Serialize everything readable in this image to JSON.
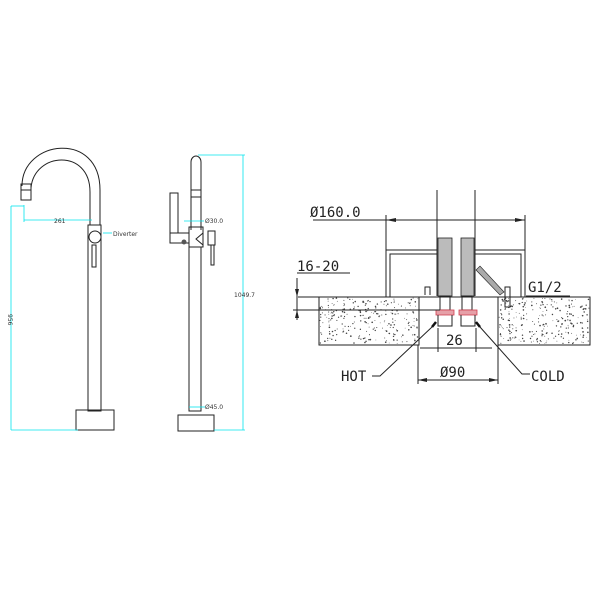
{
  "front_view": {
    "spout_reach": "261",
    "diverter_label": "Diverter",
    "height": "956"
  },
  "side_view": {
    "spout_diameter": "Ø30.0",
    "total_height": "1049.7",
    "stem_diameter": "Ø45.0"
  },
  "installation_detail": {
    "flange_diameter": "Ø160.0",
    "floor_thickness": "16-20",
    "thread": "G1/2",
    "pipe_spacing": "26",
    "hole_diameter": "Ø90",
    "hot_label": "HOT",
    "cold_label": "COLD"
  },
  "colors": {
    "dimension": "#00e5ee",
    "line": "#222222",
    "fitting": "#d04050"
  }
}
